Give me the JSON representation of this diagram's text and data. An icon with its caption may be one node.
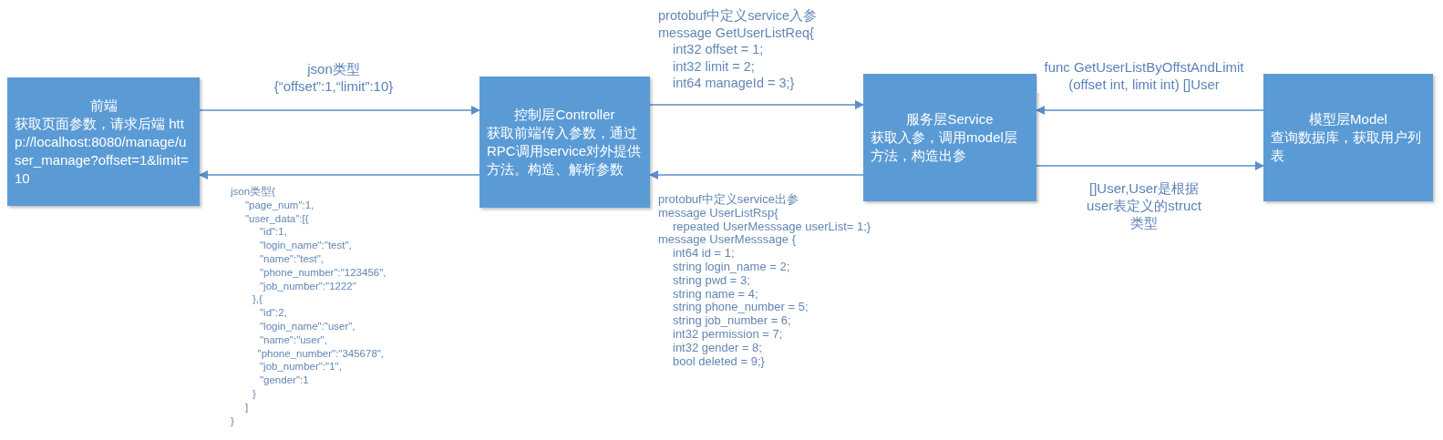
{
  "diagram": {
    "nodes": [
      {
        "text": [
          "前端",
          "获取页面参数，请求后端 http://localhost:8080/manage/user_manage?offset=1&limit=10"
        ]
      },
      {
        "text": [
          "控制层Controller",
          "获取前端传入参数，通过RPC调用service对外提供方法。构造、解析参数"
        ]
      },
      {
        "text": [
          "服务层Service",
          "获取入参，调用model层方法，构造出参"
        ]
      },
      {
        "text": [
          "模型层Model",
          "查询数据库，获取用户列表"
        ]
      }
    ],
    "edges": [
      {
        "from": 0,
        "to": 1,
        "arrow": "to",
        "label": "json类型 {“offset”:1,“limit”:10}"
      },
      {
        "from": 1,
        "to": 0,
        "arrow": "to"
      },
      {
        "from": 1,
        "to": 2,
        "arrow": "to"
      },
      {
        "from": 2,
        "to": 1,
        "arrow": "to"
      },
      {
        "from": 3,
        "to": 2,
        "arrow": "to",
        "label": "func GetUserListByOffstAndLimit (offset int, limit int) []User"
      },
      {
        "from": 2,
        "to": 3,
        "arrow": "to",
        "label": "[]User,User是根据 user表定义的struct类型"
      }
    ],
    "labels": [
      "json类型{",
      "\"page_num\":1,",
      "\"user_data\":[{",
      "\"id\":1,",
      "\"login_name\":\"test\",",
      "\"name\":\"test\",",
      "\"phone_number\":\"123456\",",
      "\"job_number\":\"1222\"",
      "},{",
      "\"id\":2,",
      "\"login_name\":\"user\",",
      "\"name\":\"user\",",
      "\"phone_number\":\"345678\",",
      "\"job_number\":\"1\",",
      "\"gender\":1",
      "}",
      "]",
      "}",
      "protobuf中定义service入参",
      "message GetUserListReq{",
      "int32 offset = 1;",
      "int32 limit = 2;",
      "int64 manageId = 3;}",
      "protobuf中定义service出参",
      "message UserListRsp{",
      "repeated UserMesssage userList= 1;}",
      "message UserMesssage {",
      "int64 id = 1;",
      "string login_name = 2;",
      "string pwd = 3;",
      "string name = 4;",
      "string phone_number = 5;",
      "string job_number = 6;",
      "int32 permission = 7;",
      "int32 gender = 8;",
      "bool deleted = 9;}"
    ]
  }
}
